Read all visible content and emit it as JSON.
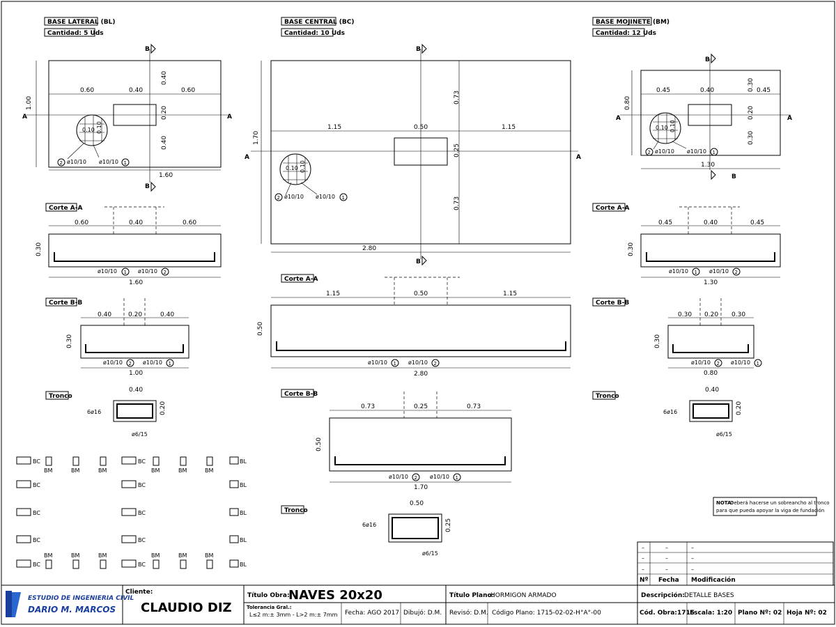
{
  "sections": {
    "bl_title": "BASE LATERAL (BL)",
    "bl_qty": "Cantidad: 5 Uds",
    "bc_title": "BASE CENTRAL (BC)",
    "bc_qty": "Cantidad: 10 Uds",
    "bm_title": "BASE MOJINETE (BM)",
    "bm_qty": "Cantidad: 12 Uds",
    "corte_aa": "Corte A-A",
    "corte_bb": "Corte B-B",
    "tronco": "Tronco"
  },
  "axis_labels": {
    "a": "A",
    "b": "B"
  },
  "dims": {
    "d060": "0.60",
    "d040": "0.40",
    "d020": "0.20",
    "d100": "1.00",
    "d160": "1.60",
    "d030": "0.30",
    "d115": "1.15",
    "d050": "0.50",
    "d073": "0.73",
    "d025": "0.25",
    "d170": "1.70",
    "d280": "2.80",
    "d045": "0.45",
    "d080": "0.80",
    "d130": "1.30",
    "d010": "0.10"
  },
  "rebar": {
    "main": "ø10/10",
    "n1": "1",
    "n2": "2",
    "long_bars": "6ø16",
    "stirrup": "ø6/15"
  },
  "layout_legend": {
    "bc": "BC",
    "bm": "BM",
    "bl": "BL"
  },
  "note": {
    "label": "NOTA:",
    "line1": "Deberá hacerse un sobreancho al tronco",
    "line2": "para que pueda apoyar la viga de fundación"
  },
  "revisions": {
    "rows": [
      "–",
      "–",
      "–"
    ],
    "num_header": "Nº",
    "date_header": "Fecha",
    "mod_header": "Modificación"
  },
  "title_block": {
    "firm_line1": "ESTUDIO DE INGENIERIA CIVIL",
    "firm_line2": "DARIO M. MARCOS",
    "client_label": "Cliente:",
    "client": "CLAUDIO DIZ",
    "work_title_label": "Título Obra:",
    "work_title": "NAVES 20x20",
    "tolerance_label": "Tolerancia Gral.:",
    "tolerance": "L≤2 m:± 3mm - L>2 m:± 7mm",
    "date": "Fecha: AGO 2017",
    "drawn": "Dibujó: D.M.",
    "reviewed": "Revisó: D.M.",
    "plan_title_label": "Título Plano:",
    "plan_title": "HORMIGON ARMADO",
    "plan_code": "Código Plano: 1715-02-02-H°A°-00",
    "description_label": "Descripción:",
    "description": "DETALLE BASES",
    "work_code": "Cód. Obra:1715",
    "scale": "Escala: 1:20",
    "plan_no": "Plano Nº: 02",
    "sheet_no": "Hoja Nº: 02"
  }
}
